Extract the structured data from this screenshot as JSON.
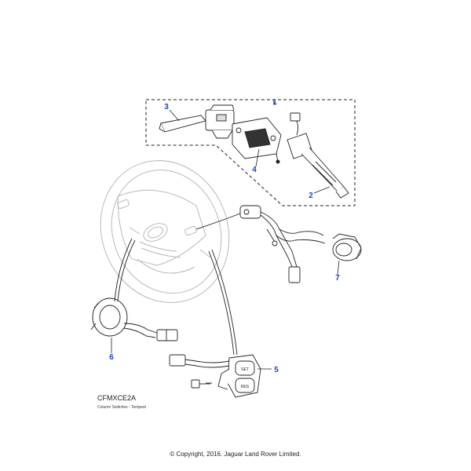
{
  "callouts": [
    {
      "id": "1",
      "label": "1"
    },
    {
      "id": "2",
      "label": "2"
    },
    {
      "id": "3",
      "label": "3"
    },
    {
      "id": "4",
      "label": "4"
    },
    {
      "id": "5",
      "label": "5"
    },
    {
      "id": "6",
      "label": "6"
    },
    {
      "id": "7",
      "label": "7"
    }
  ],
  "switch_labels": {
    "upper": "SET",
    "lower": "RES"
  },
  "reference": {
    "code": "CFMXCE2A",
    "caption": "Column Switches - Tempest"
  },
  "copyright": "© Copyright, 2016. Jaguar Land Rover Limited.",
  "colors": {
    "callout": "#1f3fbf",
    "line": "#222222",
    "wheel": "#b8b8b8"
  }
}
